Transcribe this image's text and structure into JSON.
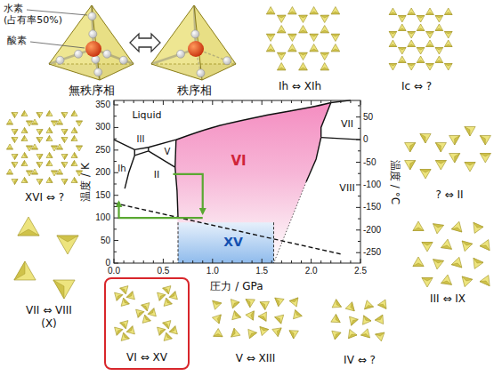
{
  "diagram": {
    "nodes": [
      {
        "text": [
          "VI ⇔ XV"
        ]
      }
    ],
    "labels": [
      "水素 (占有率50%)",
      "酸素",
      "無秩序相",
      "秩序相",
      "Ih ⇔ XIh",
      "Ic ⇔ ?",
      "XVI ⇔ ?",
      "? ⇔ II",
      "VII ⇔ VIII",
      "(X)",
      "V ⇔ XIII",
      "IV ⇔ ?",
      "III ⇔ IX",
      "温度 / K",
      "温度 / °C",
      "圧力 / GPa",
      "Liquid",
      "III",
      "Ih",
      "II",
      "V",
      "VI",
      "VII",
      "VIII",
      "XV",
      "0",
      "50",
      "100",
      "150",
      "200",
      "250",
      "300",
      "350",
      "50",
      "0",
      "-50",
      "-100",
      "-150",
      "-200",
      "-250",
      "0.0",
      "0.5",
      "1.0",
      "1.5",
      "2.0",
      "2.5"
    ]
  }
}
